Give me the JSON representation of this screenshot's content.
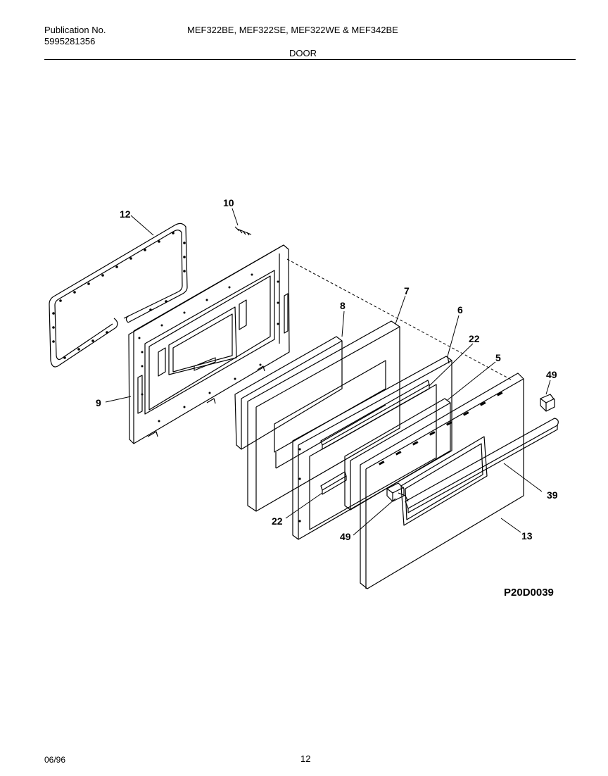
{
  "header": {
    "publication_label": "Publication No.",
    "publication_number": "5995281356",
    "models": "MEF322BE, MEF322SE, MEF322WE & MEF342BE",
    "section_title": "DOOR"
  },
  "diagram": {
    "code": "P20D0039",
    "callouts": [
      {
        "id": "12",
        "label": "12"
      },
      {
        "id": "10",
        "label": "10"
      },
      {
        "id": "9",
        "label": "9"
      },
      {
        "id": "8",
        "label": "8"
      },
      {
        "id": "7",
        "label": "7"
      },
      {
        "id": "6",
        "label": "6"
      },
      {
        "id": "22a",
        "label": "22"
      },
      {
        "id": "5",
        "label": "5"
      },
      {
        "id": "49a",
        "label": "49"
      },
      {
        "id": "39",
        "label": "39"
      },
      {
        "id": "22b",
        "label": "22"
      },
      {
        "id": "49b",
        "label": "49"
      },
      {
        "id": "13",
        "label": "13"
      }
    ]
  },
  "footer": {
    "date": "06/96",
    "page": "12"
  }
}
